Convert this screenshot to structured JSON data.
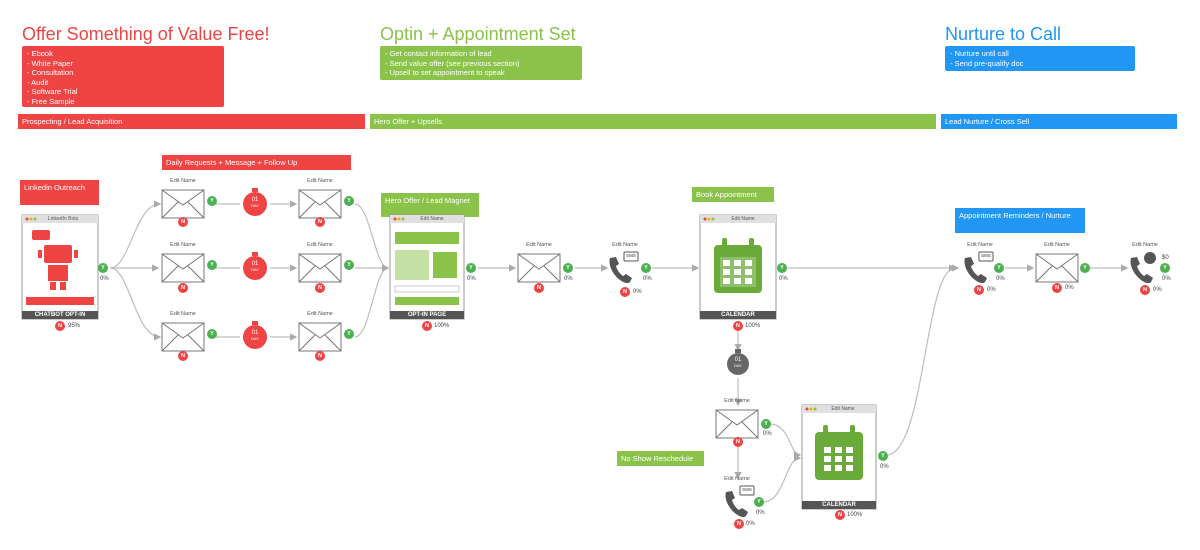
{
  "sections": [
    {
      "title": "Offer Something of Value Free!",
      "color": "#ef4444"
    },
    {
      "title": "Optin + Appointment Set",
      "color": "#8bc34a"
    },
    {
      "title": "Nurture to Call",
      "color": "#2196f3"
    }
  ],
  "notes": {
    "offer": [
      "- Ebook",
      "- White Paper",
      "- Consultation",
      "- Audit",
      "- Software Trial",
      "- Free Sample"
    ],
    "optin": [
      "- Get contact information of lead",
      "- Send value offer (see previous section)",
      "- Upsell to set appointment to speak"
    ],
    "nurture": [
      "- Nurture until call",
      "- Send pre-qualify doc"
    ]
  },
  "bars": {
    "prospecting": "Prospecting / Lead Acquisition",
    "hero": "Hero Offer + Upsells",
    "lead_nurture": "Lead Nurture / Cross Sell"
  },
  "tags": {
    "linkedin": "Linkedin Outreach",
    "daily": "Daily Requests + Message + Follow Up",
    "hero_offer": "Hero Offer / Lead Magnet",
    "book": "Book Appointment",
    "reminders": "Appointment Reminders / Nurture",
    "no_show": "No Show Reschedule"
  },
  "pages": {
    "chatbot": {
      "header": "LinkedIn Bots",
      "caption": "CHATBOT OPT-IN",
      "pct": "95%"
    },
    "optin": {
      "header": "Edit Name",
      "caption": "OPT-IN PAGE",
      "pct": "100%"
    },
    "calendar1": {
      "header": "Edit Name",
      "caption": "CALENDAR",
      "pct": "100%"
    },
    "calendar2": {
      "header": "Edit Name",
      "caption": "CALENDAR",
      "pct": "100%"
    }
  },
  "common": {
    "edit_name": "Edit Name",
    "yes": "Y",
    "no": "N",
    "zero_pct": "0%",
    "wait_num": "01",
    "wait_unit": "DAY",
    "sms": "SMS",
    "dollar": "$0"
  },
  "colors": {
    "red": "#ef4444",
    "green": "#8bc34a",
    "blue": "#2196f3",
    "edge": "#bdbdbd",
    "dark": "#555555"
  }
}
